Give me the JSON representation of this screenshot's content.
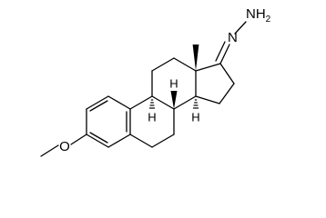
{
  "molecule": {
    "atoms": {
      "hydrazine_n": "N",
      "hydrazine_nh2": "NH",
      "hydrazine_sub": "2",
      "methoxy_o": "O",
      "stereo_h_c9": "H",
      "stereo_h_c8": "H",
      "stereo_h_c14": "H"
    }
  }
}
